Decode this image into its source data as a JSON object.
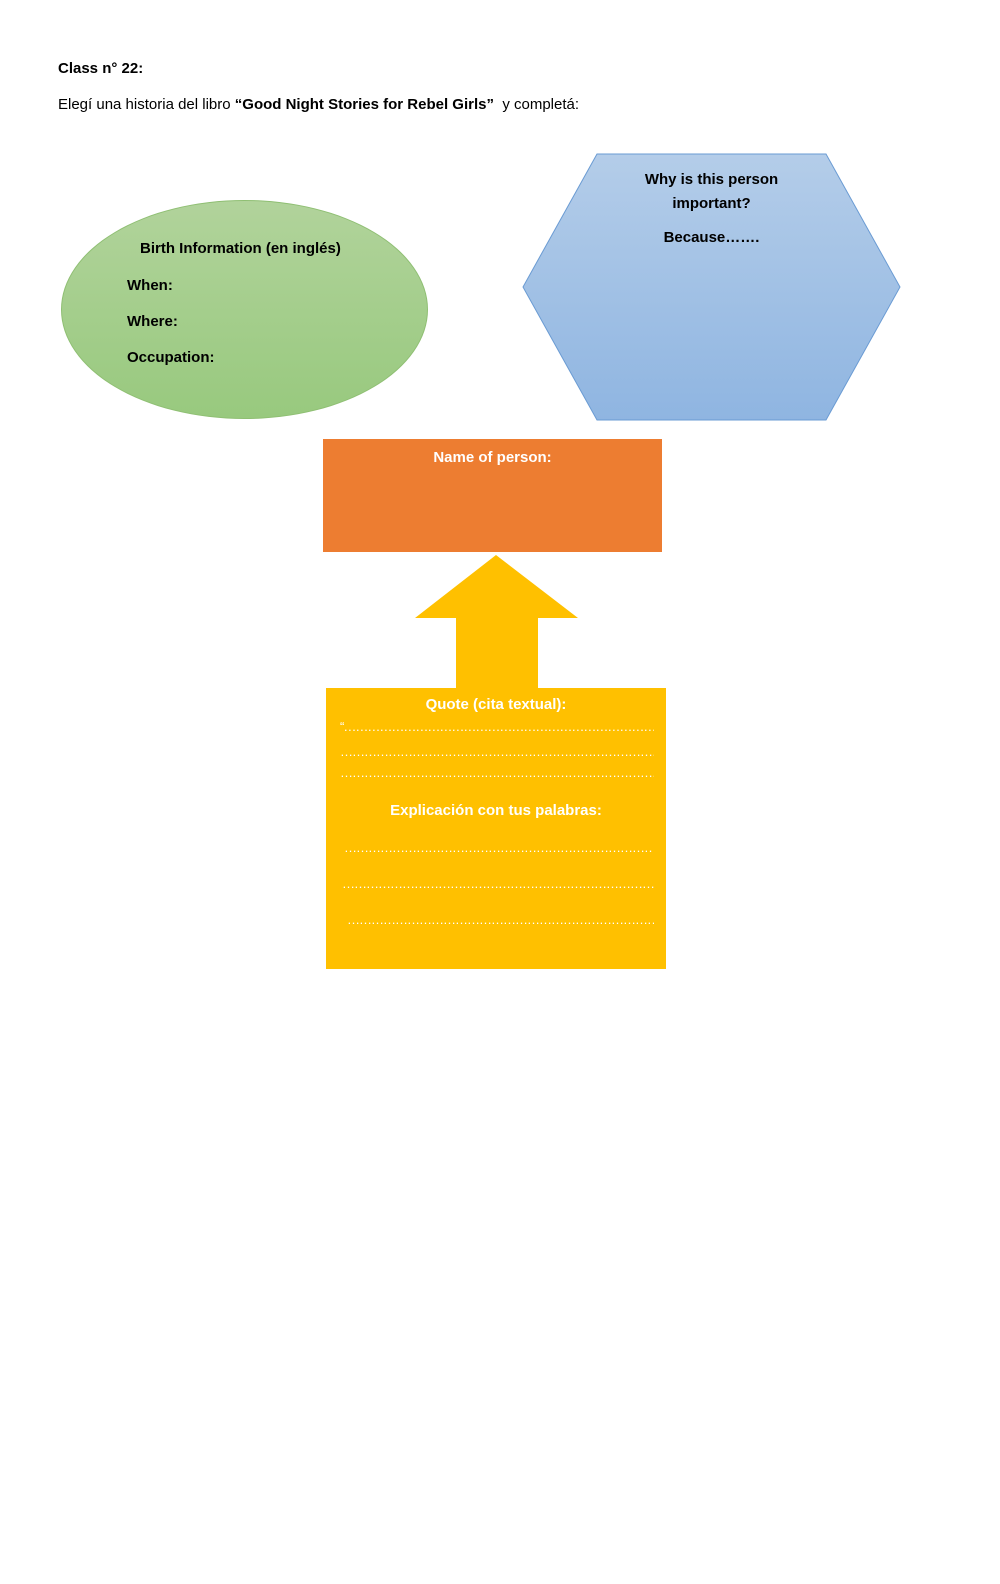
{
  "header": {
    "class_title": "Class n° 22:",
    "instruction_prefix": "Elegí una historia del libro ",
    "book_title": "“Good Night Stories for Rebel Girls”",
    "instruction_suffix": "  y completá:"
  },
  "birth_info": {
    "title": "Birth Information (en inglés)",
    "when": "When:",
    "where": "Where:",
    "occupation": "Occupation:"
  },
  "importance": {
    "title_line1": "Why is this person",
    "title_line2": "important?",
    "because": "Because……."
  },
  "name_box": {
    "label": "Name of person:"
  },
  "quote_box": {
    "title": "Quote (cita textual):",
    "line1": "“…………………………………………………………………………",
    "line2": "……………………………………………………………………………",
    "line3": "…………………………………………………………………………”",
    "explain_title": "Explicación con tus palabras:",
    "line4": "…………………………………………………………………………",
    "line5": "……………………………………………………………………………",
    "line6": "………………………………………………………………………."
  },
  "colors": {
    "ellipse": "#a9d18e",
    "hexagon": "#9dc3e6",
    "name_box": "#ed7d31",
    "arrow": "#ffc000",
    "quote_box": "#ffc000"
  }
}
